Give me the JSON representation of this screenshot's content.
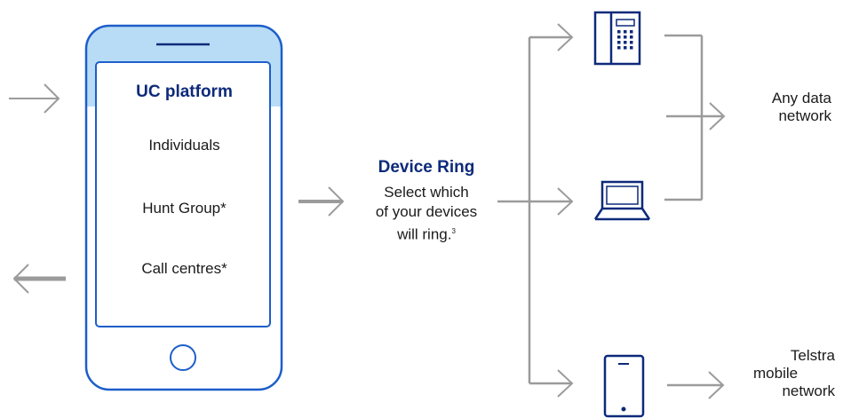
{
  "colors": {
    "navy": "#0d2a7a",
    "blue": "#1d5ec9",
    "light_blue": "#b9dcf6",
    "arrow_gray": "#9b9b9b",
    "text": "#1a1a1a"
  },
  "phone": {
    "title": "UC platform",
    "items": [
      "Individuals",
      "Hunt Group*",
      "Call centres*"
    ]
  },
  "device_ring": {
    "title": "Device Ring",
    "description_lines": [
      "Select which",
      "of your devices",
      "will ring."
    ],
    "footnote": "3"
  },
  "destinations": {
    "data_network_lines": [
      "Any data",
      "network"
    ],
    "mobile_network_lines": [
      "Telstra",
      "mobile",
      "network"
    ]
  },
  "icons": {
    "desk_phone": "desk-phone-icon",
    "laptop": "laptop-icon",
    "mobile": "mobile-phone-icon"
  }
}
